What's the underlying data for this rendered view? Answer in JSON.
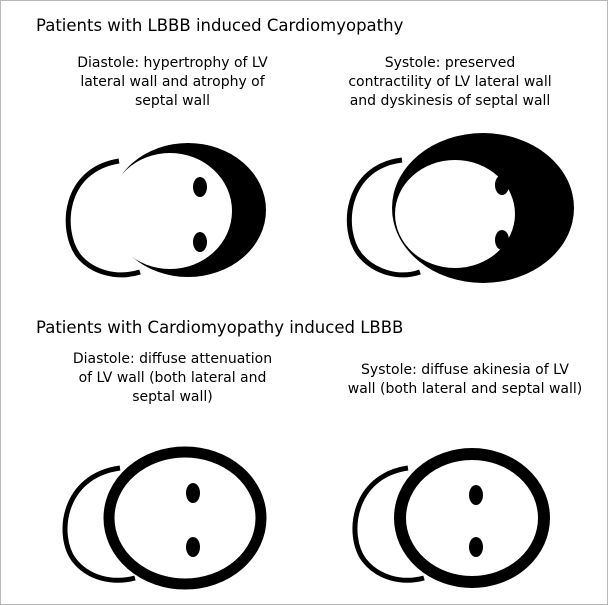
{
  "section_top": {
    "title": "Patients with LBBB induced Cardiomyopathy",
    "diastole_caption": [
      "Diastole: hypertrophy of LV",
      "lateral wall and atrophy of",
      "septal wall"
    ],
    "systole_caption": [
      "Systole: preserved",
      "contractility of LV lateral wall",
      "and dyskinesis of septal wall"
    ]
  },
  "section_bottom": {
    "title": "Patients with Cardiomyopathy induced LBBB",
    "diastole_caption": [
      "Diastole: diffuse attenuation",
      "of LV wall (both lateral and",
      "septal wall)"
    ],
    "systole_caption": [
      "Systole: diffuse akinesia of LV",
      "wall (both lateral and septal wall)"
    ]
  },
  "colors": {
    "ink": "#000000",
    "background": "#ffffff",
    "frame": "#b8b8b8"
  }
}
